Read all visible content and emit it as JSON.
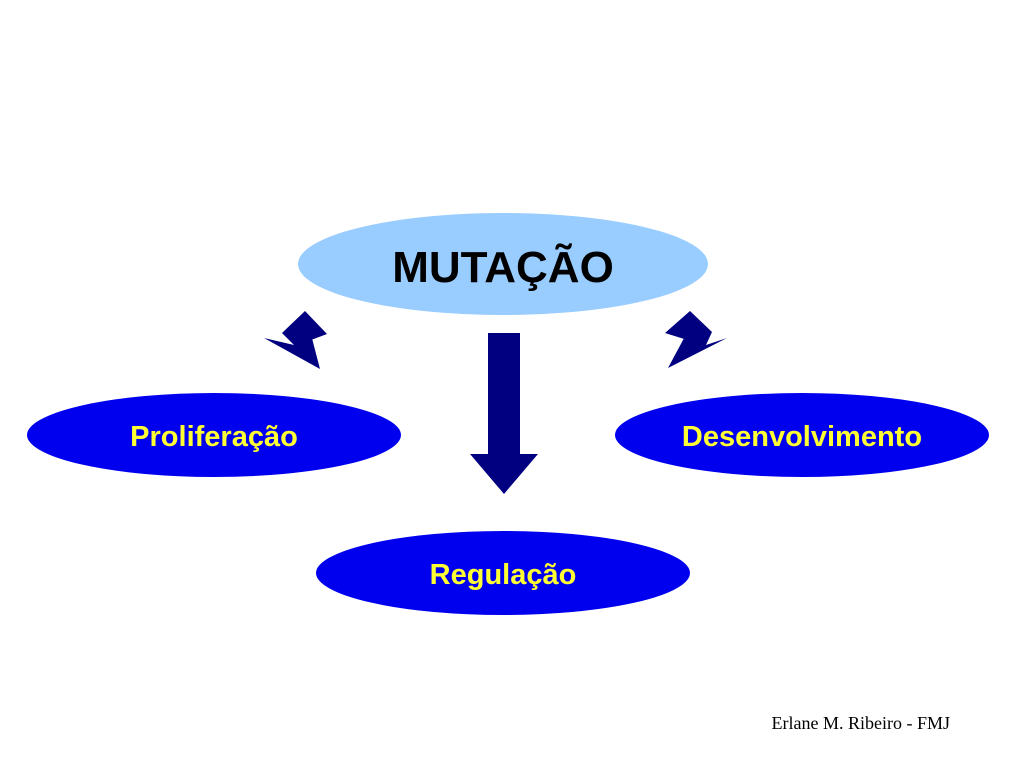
{
  "diagram": {
    "center": {
      "label": "MUTAÇÃO",
      "fill": "#99ccff",
      "text_color": "#000000"
    },
    "nodes": {
      "left": {
        "label": "Proliferação"
      },
      "right": {
        "label": "Desenvolvimento"
      },
      "bottom": {
        "label": "Regulação"
      }
    },
    "node_fill": "#0000ee",
    "node_text_color": "#ffff33",
    "arrow_color": "#000080"
  },
  "footer": {
    "text": "Erlane M. Ribeiro - FMJ"
  }
}
